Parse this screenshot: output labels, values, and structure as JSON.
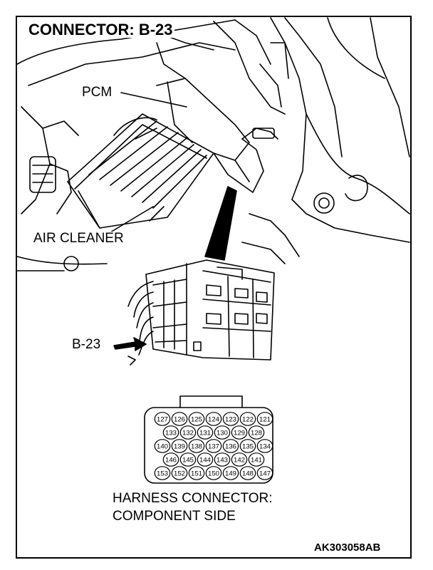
{
  "title": "CONNECTOR: B-23",
  "labels": {
    "pcm": "PCM",
    "air_cleaner": "AIR CLEANER",
    "connector_id": "B-23",
    "harness_line1": "HARNESS CONNECTOR:",
    "harness_line2": "COMPONENT SIDE",
    "figure_code": "AK303058AB"
  },
  "pin_rows": [
    [
      "127",
      "126",
      "125",
      "124",
      "123",
      "122",
      "121"
    ],
    [
      "133",
      "132",
      "131",
      "130",
      "129",
      "128"
    ],
    [
      "140",
      "139",
      "138",
      "137",
      "136",
      "135",
      "134"
    ],
    [
      "146",
      "145",
      "144",
      "143",
      "142",
      "141"
    ],
    [
      "153",
      "152",
      "151",
      "150",
      "149",
      "148",
      "147"
    ]
  ]
}
